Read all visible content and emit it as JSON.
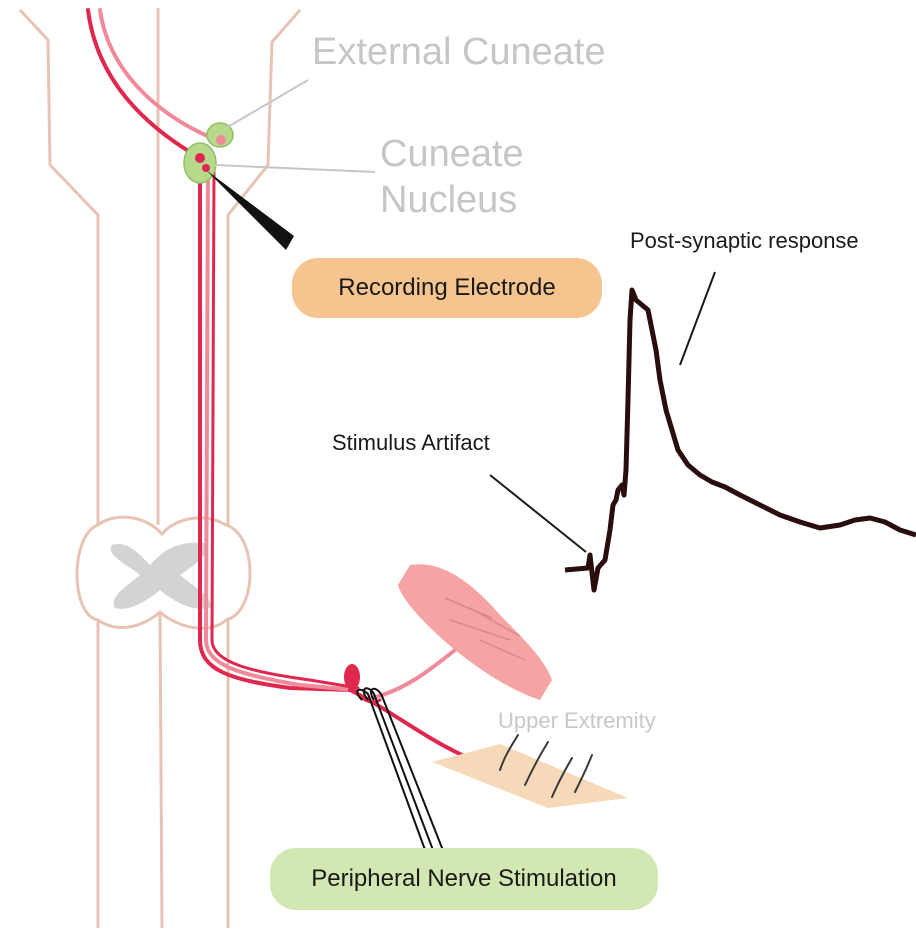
{
  "labels": {
    "external_cuneate": "External Cuneate",
    "cuneate_line1": "Cuneate",
    "cuneate_line2": "Nucleus",
    "recording_electrode": "Recording Electrode",
    "post_synaptic": "Post-synaptic response",
    "stimulus_artifact": "Stimulus Artifact",
    "upper_extremity": "Upper Extremity",
    "peripheral_stimulation": "Peripheral Nerve Stimulation"
  },
  "colors": {
    "spine_outline": "#e8c3b4",
    "nerve": "#e0284f",
    "nerve_light": "#f08a9a",
    "nucleus_green": "#b7d98b",
    "gray_matter": "#d3d3d3",
    "muscle": "#f5a3a3",
    "skin": "#f5d9b8",
    "recording_pill": "#f5c48f",
    "stimulation_pill": "#d3e7b3",
    "trace": "#2a0e0e",
    "label_grey": "#c6c6c6"
  }
}
